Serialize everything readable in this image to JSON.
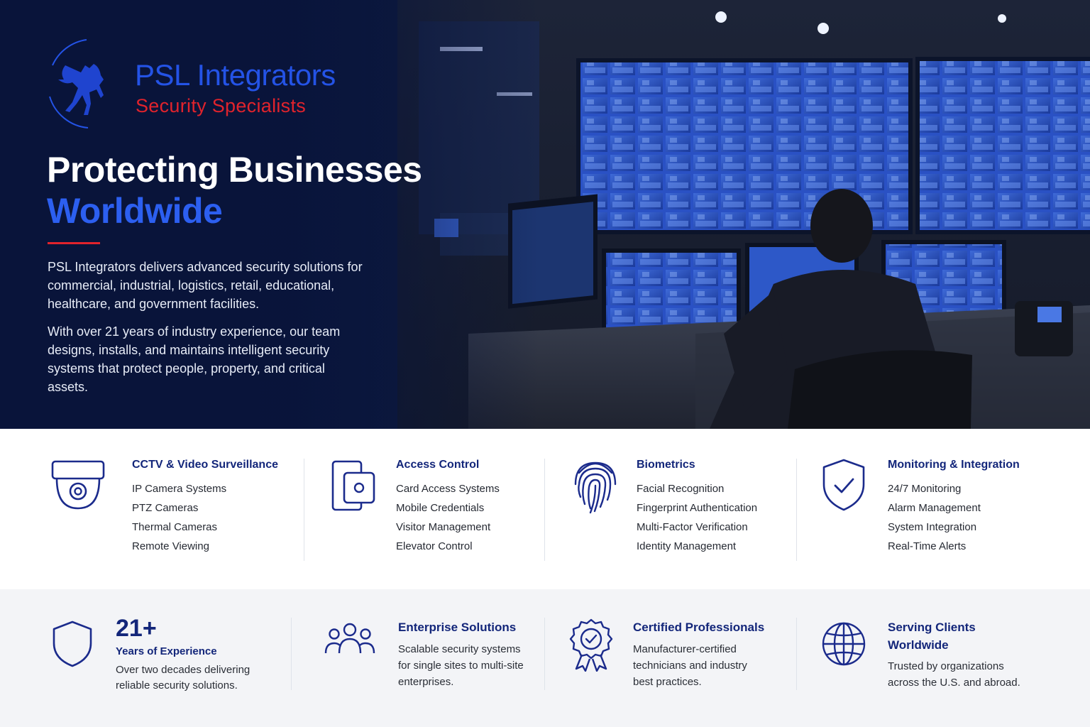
{
  "brand": {
    "name": "PSL Integrators",
    "tagline": "Security Specialists",
    "colors": {
      "navy": "#0a1638",
      "blue": "#2453e6",
      "red": "#e1232c",
      "dark_text": "#13267a"
    }
  },
  "hero": {
    "headline_line1": "Protecting Businesses",
    "headline_line2": "Worldwide",
    "paragraph1": "PSL Integrators delivers advanced security solutions for commercial, industrial, logistics, retail, educational, healthcare, and government facilities.",
    "paragraph2": "With over 21 years of industry experience, our team designs, installs, and maintains intelligent security systems that protect people, property, and critical assets."
  },
  "services": [
    {
      "icon": "dome-camera-icon",
      "title": "CCTV & Video Surveillance",
      "items": [
        "IP Camera Systems",
        "PTZ Cameras",
        "Thermal Cameras",
        "Remote Viewing"
      ]
    },
    {
      "icon": "access-card-icon",
      "title": "Access Control",
      "items": [
        "Card Access Systems",
        "Mobile Credentials",
        "Visitor Management",
        "Elevator Control"
      ]
    },
    {
      "icon": "fingerprint-icon",
      "title": "Biometrics",
      "items": [
        "Facial Recognition",
        "Fingerprint Authentication",
        "Multi-Factor Verification",
        "Identity Management"
      ]
    },
    {
      "icon": "shield-check-icon",
      "title": "Monitoring & Integration",
      "items": [
        "24/7 Monitoring",
        "Alarm Management",
        "System Integration",
        "Real-Time Alerts"
      ]
    }
  ],
  "stats": {
    "experience": {
      "icon": "shield-icon",
      "value": "21+",
      "label": "Years of Experience",
      "text_line1": "Over two decades delivering",
      "text_line2": "reliable security solutions."
    },
    "enterprise": {
      "icon": "people-group-icon",
      "title": "Enterprise Solutions",
      "text_line1": "Scalable security systems",
      "text_line2": "for single sites to multi-site",
      "text_line3": "enterprises."
    },
    "certified": {
      "icon": "certified-badge-icon",
      "title": "Certified Professionals",
      "text_line1": "Manufacturer-certified",
      "text_line2": "technicians and industry",
      "text_line3": "best practices."
    },
    "worldwide": {
      "icon": "globe-icon",
      "title_line1": "Serving Clients",
      "title_line2": "Worldwide",
      "text_line1": "Trusted by organizations",
      "text_line2": "across the U.S. and abroad."
    }
  }
}
